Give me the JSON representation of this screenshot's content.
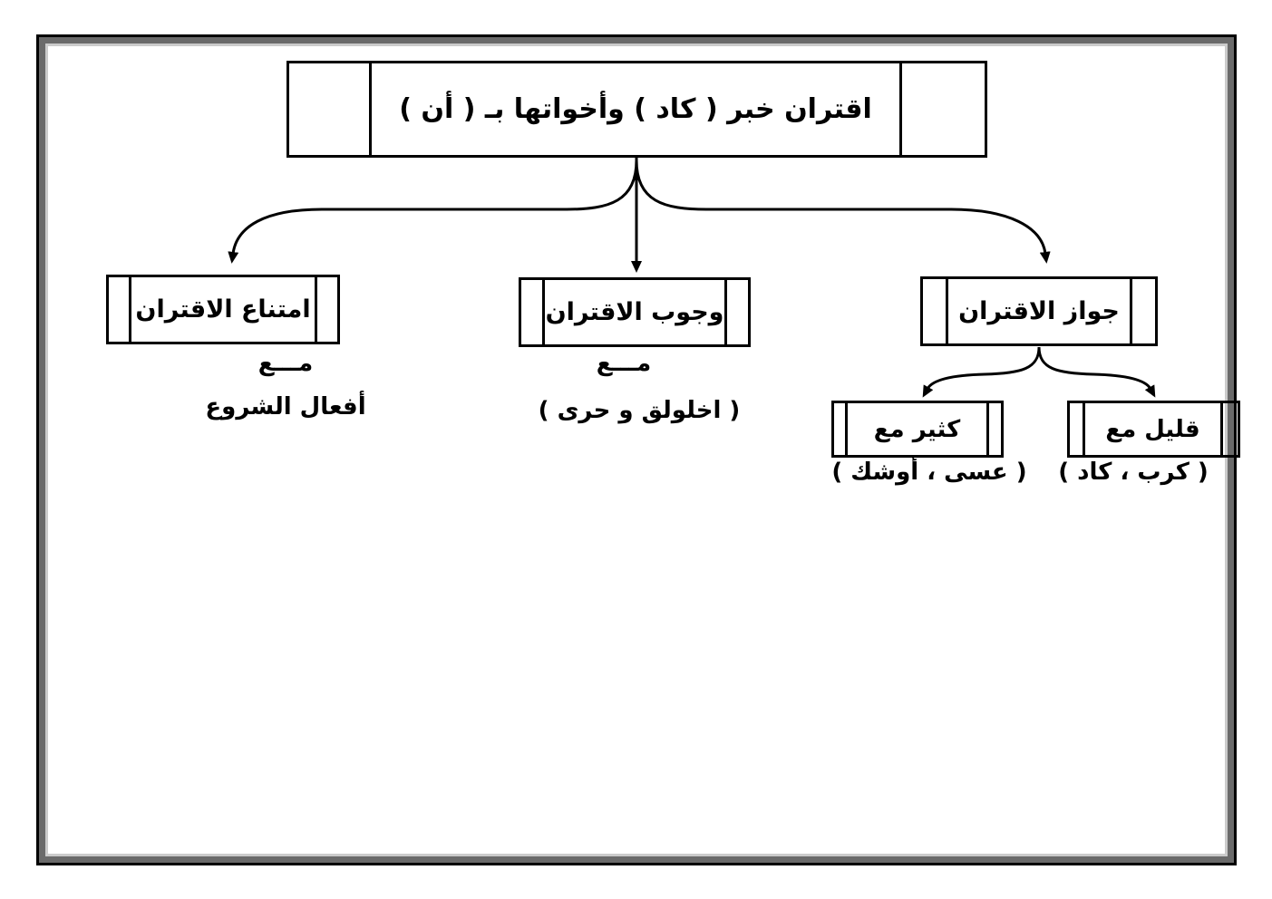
{
  "diagram": {
    "title": "اقتران خبر ( كاد ) وأخواتها بـ ( أن )",
    "branches": [
      {
        "id": "imtina",
        "label": "امتناع الاقتران",
        "connector": "مـــع",
        "detail": "أفعال الشروع"
      },
      {
        "id": "wujub",
        "label": "وجوب الاقتران",
        "connector": "مـــع",
        "detail": "( اخلولق و حرى )"
      },
      {
        "id": "jawaz",
        "label": "جواز الاقتران",
        "children": [
          {
            "id": "kathir",
            "label": "كثير مع",
            "detail": "( عسى ، أوشك )"
          },
          {
            "id": "qalil",
            "label": "قليل مع",
            "detail": "( كرب ، كاد )"
          }
        ]
      }
    ]
  },
  "colors": {
    "ink": "#000000",
    "frame_outer": "#000000",
    "frame_band": "#6a6a6a",
    "frame_inner": "#cbcbcb",
    "background": "#ffffff"
  }
}
